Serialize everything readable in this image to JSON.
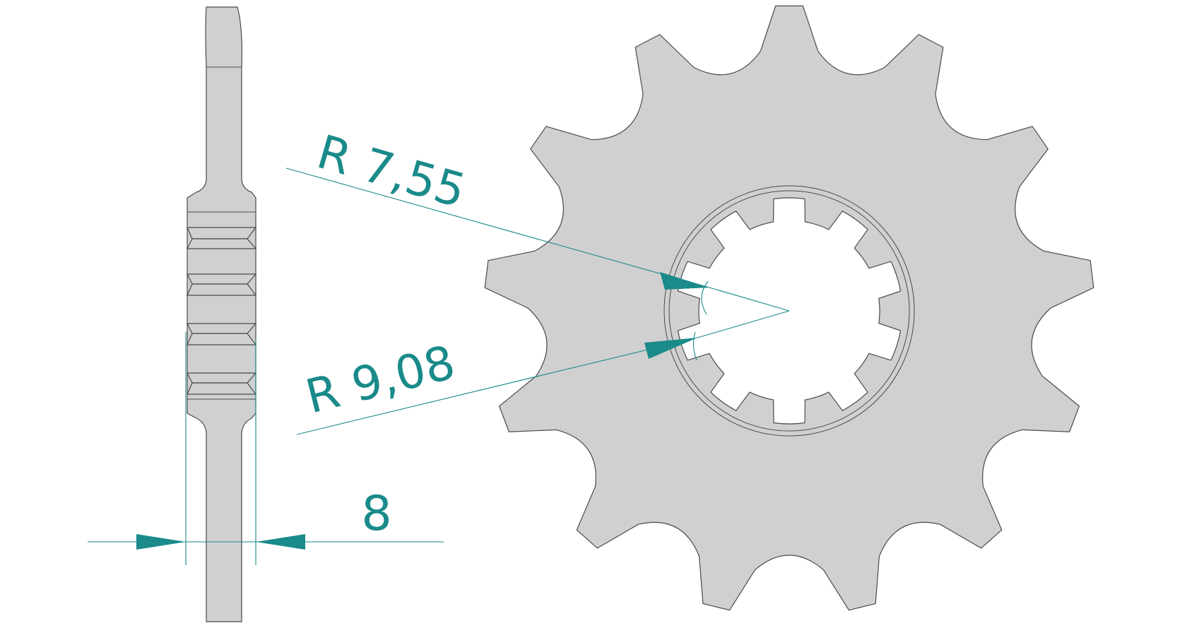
{
  "colors": {
    "part_fill": "#d0d0d0",
    "part_stroke": "#4a4a4a",
    "dimension": "#1a8a8a",
    "background": "#ffffff"
  },
  "sprocket": {
    "teeth": 13,
    "spline_teeth": 10
  },
  "dimensions": {
    "radius_small": "R  7,55",
    "radius_large": "R  9,08",
    "thickness": "8"
  }
}
